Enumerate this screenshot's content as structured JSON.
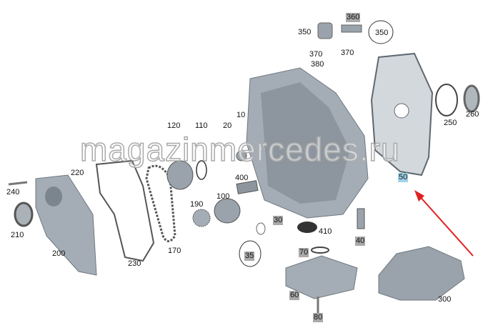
{
  "watermark": "magazinmercedes.ru",
  "labels": [
    {
      "id": "360",
      "text": "360",
      "style": "gray"
    },
    {
      "id": "350a",
      "text": "350",
      "style": "plain"
    },
    {
      "id": "350b",
      "text": "350",
      "style": "circle"
    },
    {
      "id": "370a",
      "text": "370",
      "style": "plain"
    },
    {
      "id": "380",
      "text": "380",
      "style": "plain"
    },
    {
      "id": "370b",
      "text": "370",
      "style": "plain"
    },
    {
      "id": "10",
      "text": "10",
      "style": "plain"
    },
    {
      "id": "250",
      "text": "250",
      "style": "plain"
    },
    {
      "id": "260",
      "text": "260",
      "style": "plain"
    },
    {
      "id": "120",
      "text": "120",
      "style": "plain"
    },
    {
      "id": "110",
      "text": "110",
      "style": "plain"
    },
    {
      "id": "20",
      "text": "20",
      "style": "plain"
    },
    {
      "id": "220",
      "text": "220",
      "style": "plain"
    },
    {
      "id": "400",
      "text": "400",
      "style": "plain"
    },
    {
      "id": "50",
      "text": "50",
      "style": "blue"
    },
    {
      "id": "240",
      "text": "240",
      "style": "plain"
    },
    {
      "id": "100",
      "text": "100",
      "style": "plain"
    },
    {
      "id": "190",
      "text": "190",
      "style": "plain"
    },
    {
      "id": "30",
      "text": "30",
      "style": "gray"
    },
    {
      "id": "210",
      "text": "210",
      "style": "plain"
    },
    {
      "id": "410",
      "text": "410",
      "style": "plain"
    },
    {
      "id": "40",
      "text": "40",
      "style": "gray"
    },
    {
      "id": "170",
      "text": "170",
      "style": "plain"
    },
    {
      "id": "35",
      "text": "35",
      "style": "gray"
    },
    {
      "id": "200",
      "text": "200",
      "style": "plain"
    },
    {
      "id": "230",
      "text": "230",
      "style": "plain"
    },
    {
      "id": "70",
      "text": "70",
      "style": "gray"
    },
    {
      "id": "60",
      "text": "60",
      "style": "gray"
    },
    {
      "id": "300",
      "text": "300",
      "style": "plain"
    },
    {
      "id": "80",
      "text": "80",
      "style": "gray"
    }
  ],
  "colors": {
    "part": "#9aa3ab",
    "part_dark": "#6f7880",
    "arrow": "#e02020",
    "highlight": "#9fd3ea"
  }
}
